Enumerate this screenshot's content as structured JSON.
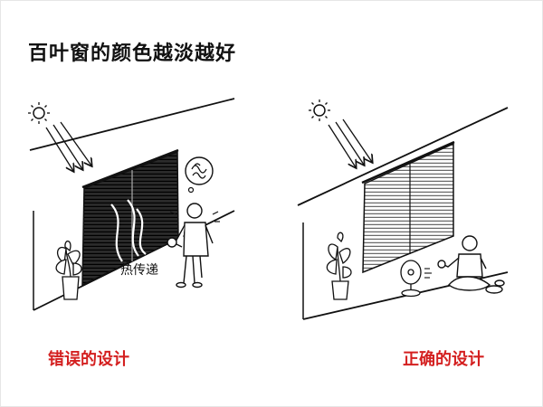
{
  "title": "百叶窗的颜色越淡越好",
  "panels": [
    {
      "caption": "错误的设计",
      "heat_label": "热传递",
      "blind_color": "dark"
    },
    {
      "caption": "正确的设计",
      "blind_color": "light"
    }
  ],
  "colors": {
    "accent_red": "#d42020",
    "ink": "#111111"
  },
  "icons": [
    "sun-icon",
    "sunlight-arrows",
    "window-blinds",
    "potted-plant",
    "hot-person",
    "thought-bubble-icon",
    "electric-fan",
    "comfortable-person"
  ]
}
